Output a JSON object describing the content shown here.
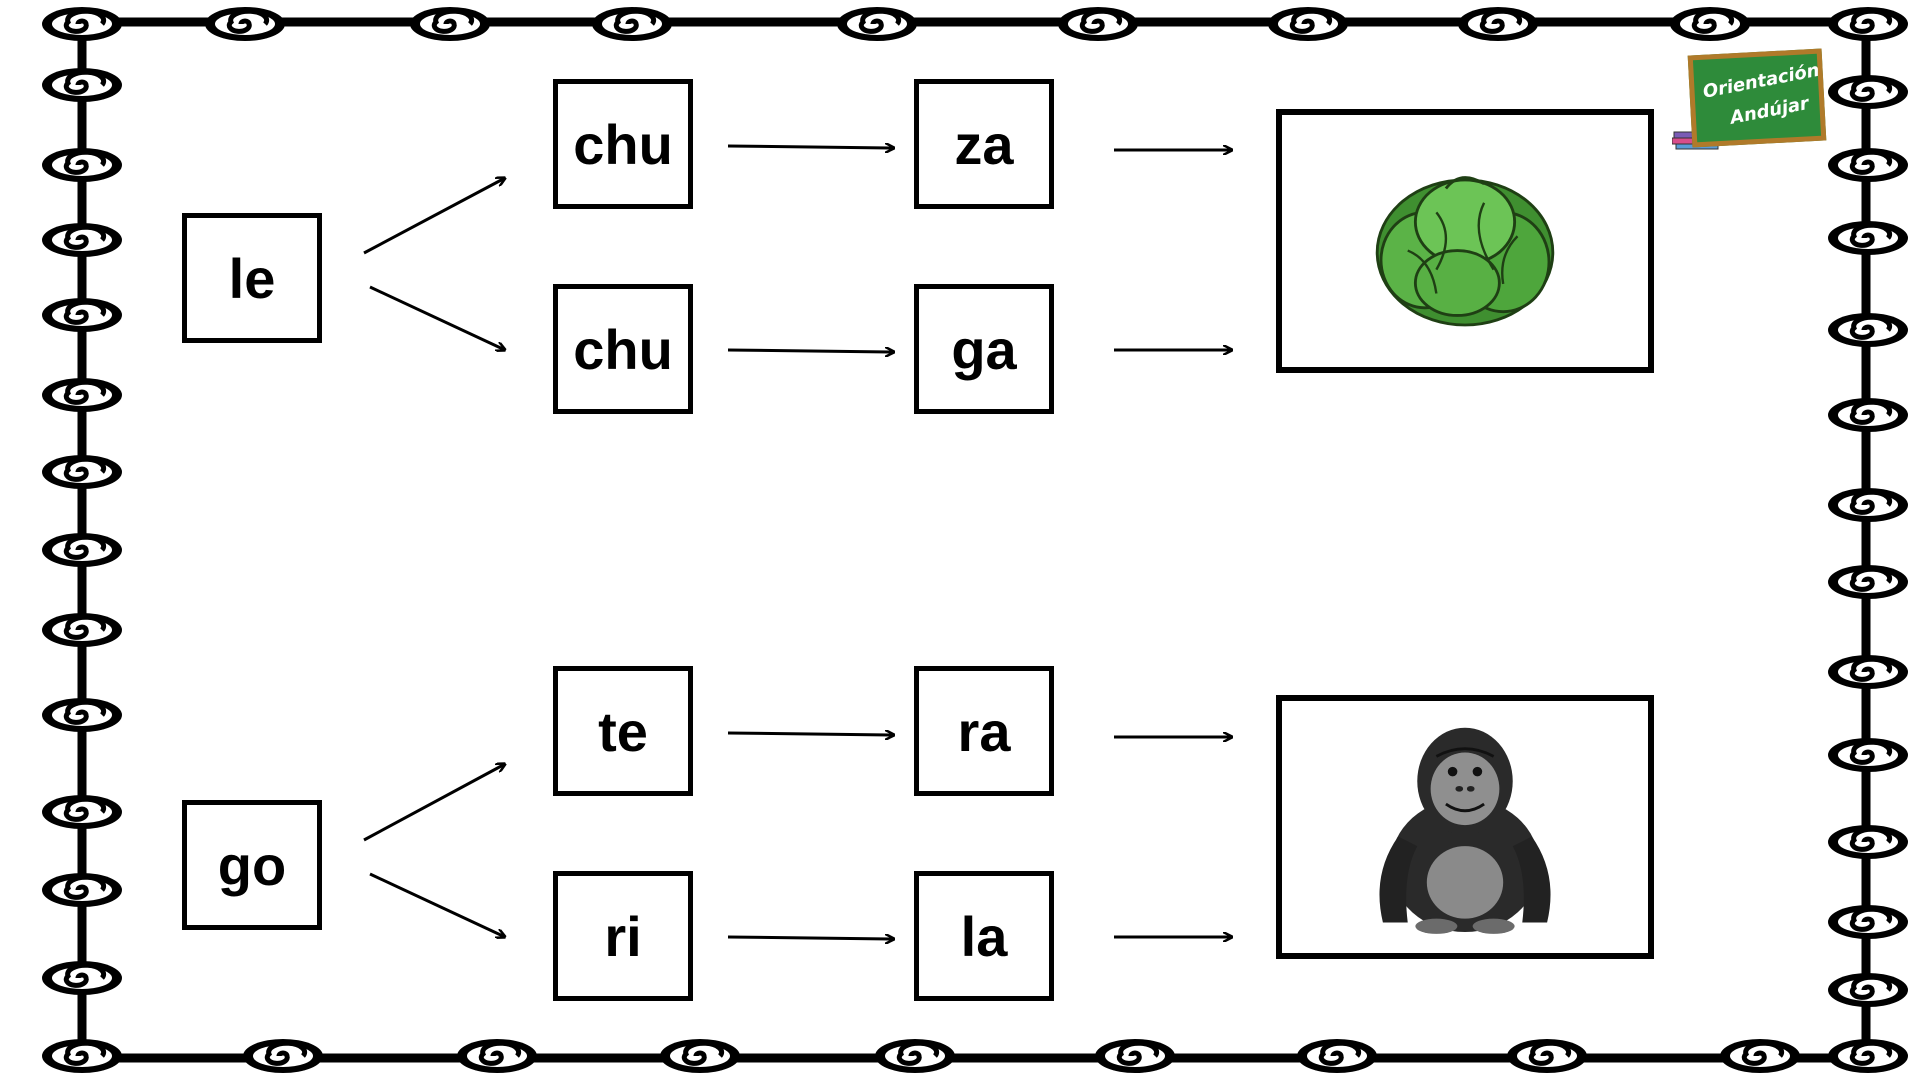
{
  "groups": [
    {
      "start": "le",
      "branches": [
        {
          "middle": "chu",
          "end": "za"
        },
        {
          "middle": "chu",
          "end": "ga"
        }
      ],
      "picture": "lettuce"
    },
    {
      "start": "go",
      "branches": [
        {
          "middle": "te",
          "end": "ra"
        },
        {
          "middle": "ri",
          "end": "la"
        }
      ],
      "picture": "gorilla"
    }
  ],
  "logo": {
    "line1": "Orientación",
    "line2": "Andújar"
  },
  "colors": {
    "border": "#000000",
    "background": "#ffffff",
    "lettuce": "#4caf3c",
    "gorilla": "#2a2a2a",
    "chalkboard": "#2e8b3a",
    "chalkboard_frame": "#b07a2a"
  },
  "icons": [
    "spiral-icon",
    "arrow-icon",
    "lettuce-icon",
    "gorilla-icon",
    "chalkboard-logo-icon"
  ]
}
